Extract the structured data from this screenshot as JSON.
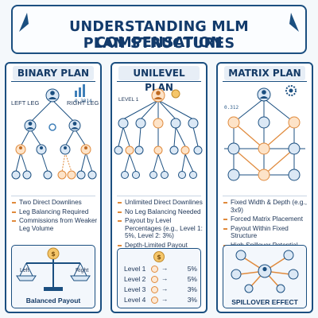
{
  "title": {
    "line1": "UNDERSTANDING MLM COMPENSATION",
    "line2": "PLAN STRUCTURES"
  },
  "colors": {
    "navy": "#1b4f80",
    "orange": "#e08a3c",
    "blue_node": "#3f7fb8",
    "background": "#f4f8fb"
  },
  "binary": {
    "heading": "BINARY PLAN",
    "left_leg": "LEFT LEG",
    "right_leg": "RIGHT LEG",
    "stat": "0.3014",
    "bullets": [
      "Two Direct Downlines",
      "Leg Balancing Required",
      "Commissions from Weaker Leg Volume"
    ],
    "inset": {
      "left": "Left",
      "right": "Right",
      "coin": "$",
      "caption": "Balanced Payout"
    }
  },
  "unilevel": {
    "heading": "UNILEVEL PLAN",
    "level_label": "LEVEL 1",
    "bullets": [
      "Unlimited Direct Downlines",
      "No Leg Balancing Needed",
      "Payout by Level Percentages (e.g., Level 1: 5%, Level 2: 3%)",
      "Depth-Limited Payout"
    ],
    "inset": {
      "coin": "$",
      "rows": [
        {
          "level": "Level 1",
          "pct": "5%"
        },
        {
          "level": "Level 2",
          "pct": "5%"
        },
        {
          "level": "Level 3",
          "pct": "3%"
        },
        {
          "level": "Level 4",
          "pct": "3%"
        }
      ]
    }
  },
  "matrix": {
    "heading": "MATRIX PLAN",
    "stat": "0.312",
    "bullets": [
      "Fixed Width & Depth (e.g., 3x9)",
      "Forced Matrix Placement",
      "Payout Within Fixed Structure",
      "High Spillover Potential"
    ],
    "inset": {
      "caption": "SPILLOVER EFFECT"
    }
  }
}
